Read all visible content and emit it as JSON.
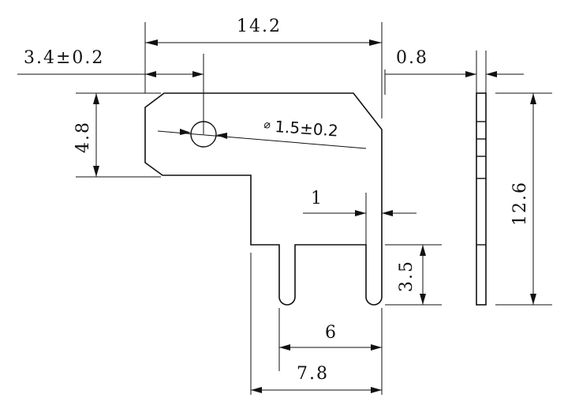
{
  "drawing": {
    "dimensions": {
      "overall_width": "14.2",
      "hole_offset": "3.4±0.2",
      "thickness": "0.8",
      "tab_height": "4.8",
      "hole_symbol": "⌀",
      "hole_diameter": "1.5±0.2",
      "pin_width": "1",
      "overall_height": "12.6",
      "slot_depth": "3.5",
      "pin_spacing": "6",
      "leg_width": "7.8"
    }
  }
}
